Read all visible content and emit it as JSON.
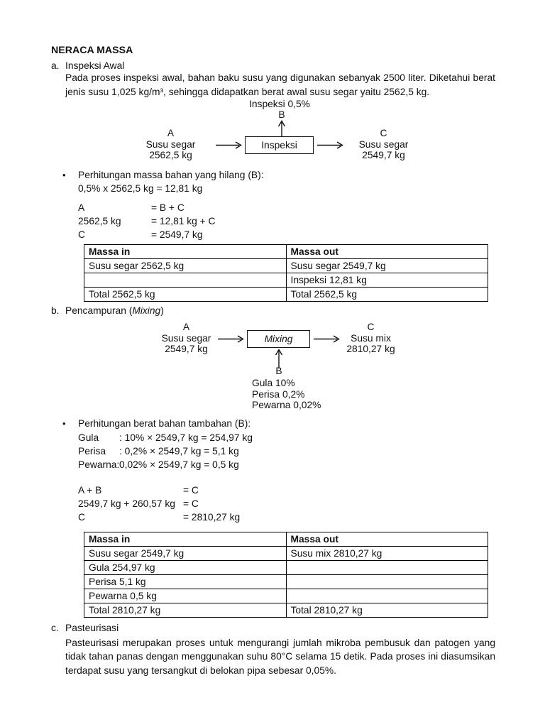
{
  "doc": {
    "bullet_glyph": "•",
    "title": "NERACA MASSA",
    "section_a": {
      "marker": "a.",
      "heading": "Inspeksi Awal",
      "paragraph": "Pada proses inspeksi awal, bahan baku susu yang digunakan sebanyak 2500 liter. Diketahui berat jenis susu 1,025 kg/m³, sehingga didapatkan berat awal susu segar yaitu 2562,5 kg.",
      "diagram": {
        "loss_label": "Inspeksi 0,5%",
        "loss_letter": "B",
        "input_letter": "A",
        "input_name": "Susu segar",
        "input_mass": "2562,5 kg",
        "process": "Inspeksi",
        "output_letter": "C",
        "output_name": "Susu segar",
        "output_mass": "2549,7 kg"
      },
      "bullet_title": "Perhitungan massa bahan yang hilang (B):",
      "bullet_line": "0,5% x 2562,5 kg = 12,81 kg",
      "equations": [
        {
          "left": "A",
          "right": "= B + C"
        },
        {
          "left": "2562,5 kg",
          "right": "= 12,81 kg + C"
        },
        {
          "left": "C",
          "right": "= 2549,7 kg"
        }
      ],
      "table": {
        "headers": [
          "Massa in",
          "Massa out"
        ],
        "rows": [
          [
            "Susu segar 2562,5 kg",
            "Susu segar 2549,7 kg"
          ],
          [
            "",
            "Inspeksi 12,81 kg"
          ],
          [
            "Total 2562,5 kg",
            "Total 2562,5 kg"
          ]
        ]
      }
    },
    "section_b": {
      "marker": "b.",
      "heading_prefix": "Pencampuran (",
      "heading_italic": "Mixing",
      "heading_suffix": ")",
      "diagram": {
        "input_letter": "A",
        "input_name": "Susu segar",
        "input_mass": "2549,7 kg",
        "process": "Mixing",
        "output_letter": "C",
        "output_name": "Susu mix",
        "output_mass": "2810,27 kg",
        "added_letter": "B",
        "added_items": [
          "Gula 10%",
          "Perisa 0,2%",
          "Pewarna 0,02%"
        ]
      },
      "bullet_title": "Perhitungan berat bahan tambahan (B):",
      "calc_lines": [
        {
          "label": "Gula",
          "value": ": 10% × 2549,7 kg = 254,97 kg"
        },
        {
          "label": "Perisa",
          "value": ": 0,2% × 2549,7 kg = 5,1 kg"
        },
        {
          "label": "Pewarna:",
          "value": "0,02% × 2549,7 kg = 0,5 kg"
        }
      ],
      "equations": [
        {
          "left": "A + B",
          "right": "= C"
        },
        {
          "left": "2549,7 kg + 260,57 kg",
          "right": "= C"
        },
        {
          "left": "C",
          "right": "= 2810,27 kg"
        }
      ],
      "table": {
        "headers": [
          "Massa in",
          "Massa out"
        ],
        "rows": [
          [
            "Susu segar 2549,7 kg",
            "Susu mix 2810,27 kg"
          ],
          [
            "Gula 254,97 kg",
            ""
          ],
          [
            "Perisa 5,1 kg",
            ""
          ],
          [
            "Pewarna 0,5 kg",
            ""
          ],
          [
            "Total 2810,27 kg",
            "Total 2810,27 kg"
          ]
        ]
      }
    },
    "section_c": {
      "marker": "c.",
      "heading": "Pasteurisasi",
      "paragraph": "Pasteurisasi merupakan proses untuk mengurangi jumlah mikroba pembusuk dan patogen yang tidak tahan panas dengan menggunakan suhu 80°C selama 15 detik. Pada proses ini diasumsikan terdapat susu yang tersangkut di belokan pipa sebesar 0,05%."
    }
  }
}
